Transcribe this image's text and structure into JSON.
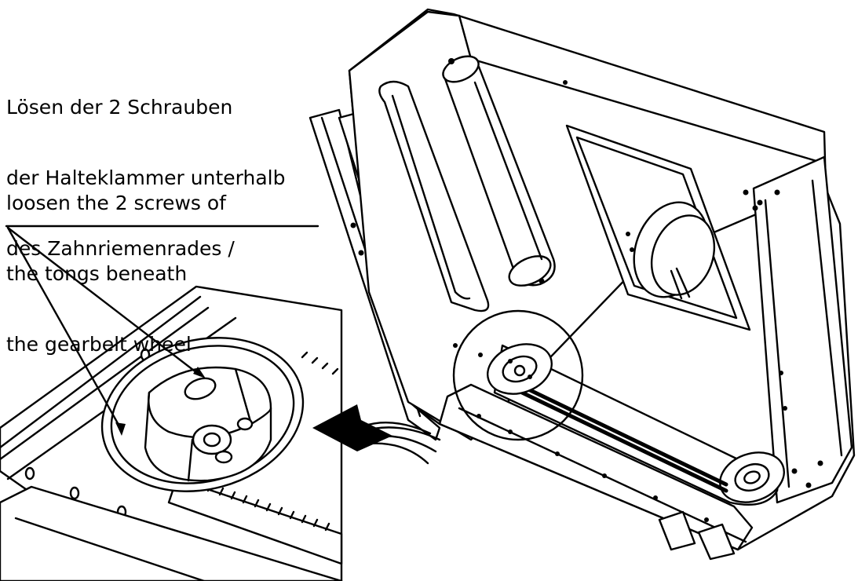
{
  "caption": {
    "german": [
      "Lösen der 2 Schrauben",
      "der Halteklammer unterhalb",
      "des Zahnriemenrades /"
    ],
    "english": [
      "loosen the 2 screws of",
      "the tongs beneath",
      "the gearbelt wheel"
    ]
  },
  "colors": {
    "ink": "#000000",
    "paper": "#ffffff"
  }
}
